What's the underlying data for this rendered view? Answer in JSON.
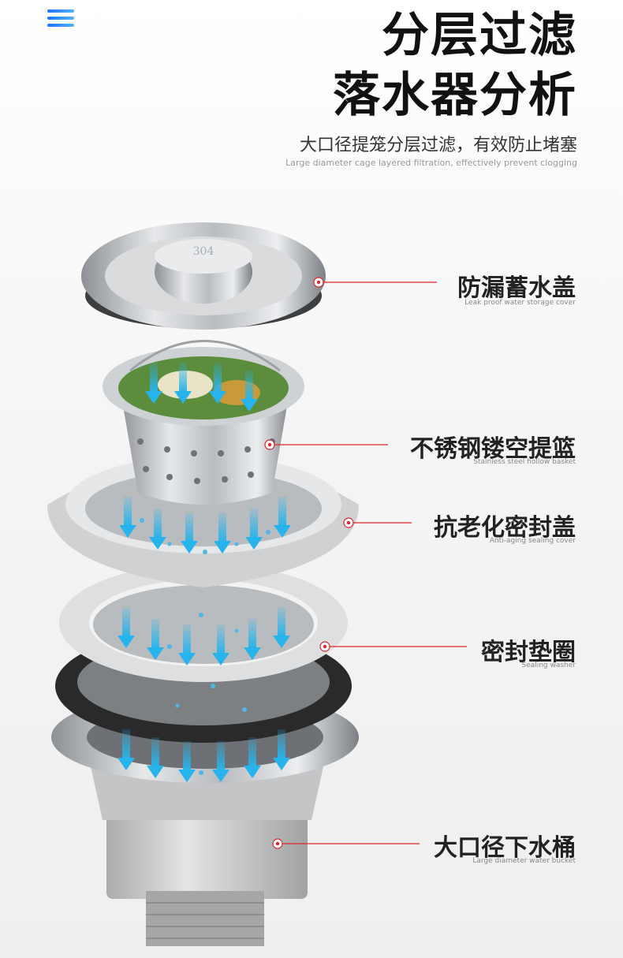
{
  "header": {
    "title_line1": "分层过滤",
    "title_line2": "落水器分析",
    "subtitle_zh": "大口径提笼分层过滤，有效防止堵塞",
    "subtitle_en": "Large diameter cage layered filtration, effectively prevent clogging"
  },
  "parts": [
    {
      "zh": "防漏蓄水盖",
      "en": "Leak proof water storage cover"
    },
    {
      "zh": "不锈钢镂空提篮",
      "en": "Stainless steel hollow basket"
    },
    {
      "zh": "抗老化密封盖",
      "en": "Anti-aging sealing cover"
    },
    {
      "zh": "密封垫圈",
      "en": "Sealing washer"
    },
    {
      "zh": "大口径下水桶",
      "en": "Large diameter water bucket"
    }
  ],
  "product_mark": "304",
  "colors": {
    "accent": "#e0262b",
    "water_arrow": "#27b4ec",
    "menu_gradient": "#1e73ff"
  }
}
